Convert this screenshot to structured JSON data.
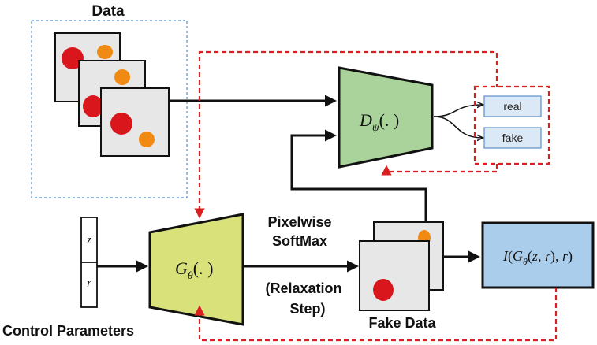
{
  "title_data": "Data",
  "control_parameters": "Control Parameters",
  "z_label": "z",
  "r_label": "r",
  "generator": {
    "prefix": "G",
    "sub": "θ",
    "suffix": "(. )"
  },
  "discriminator": {
    "prefix": "D",
    "sub": "ψ",
    "suffix": "(. )"
  },
  "softmax": {
    "line1": "Pixelwise",
    "line2": "SoftMax",
    "line3": "(Relaxation",
    "line4": "Step)"
  },
  "fake_data": "Fake Data",
  "outputs": {
    "real": "real",
    "fake": "fake"
  },
  "image_output": "I(G_θ(z, r), r)",
  "colors": {
    "generator_fill": "#d9e27a",
    "discriminator_fill": "#a9d39a",
    "output_fill": "#a9cdeb",
    "label_box_fill": "#dbe8f6",
    "dashed_red": "#d91f1f",
    "data_border": "#5b8fc9",
    "red_dot": "#d9161b",
    "orange_dot": "#f08a13",
    "card_fill": "#e7e7e7"
  }
}
